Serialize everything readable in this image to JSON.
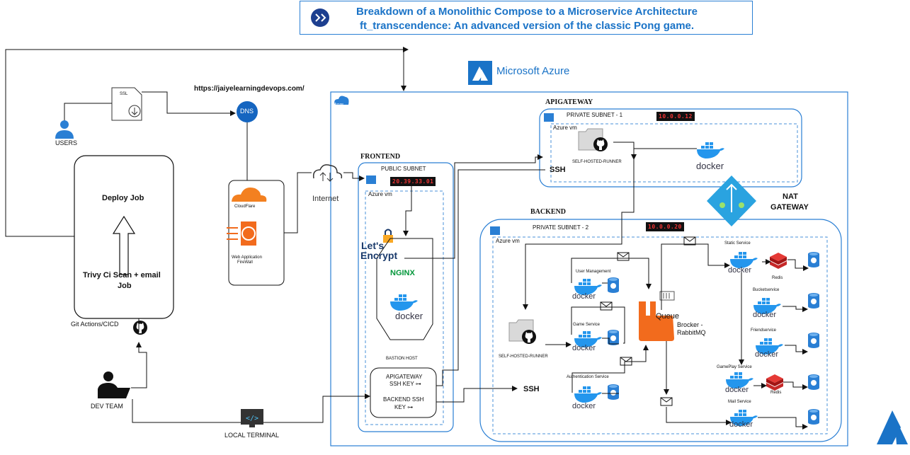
{
  "header": {
    "line1": "Breakdown of a Monolithic Compose  to a Microservice Architecture",
    "line2": "ft_transcendence: An advanced version of the classic Pong game."
  },
  "azure": {
    "label": "Microsoft Azure",
    "tag": "Azure"
  },
  "left": {
    "ssl_label": "SSL",
    "users": "USERS",
    "deploy_job": "Deploy Job",
    "trivy_line1": "Trivy Ci Scan + email",
    "trivy_line2": "Job",
    "git_actions": "Git Actions/CICD",
    "dev_team": "DEV TEAM",
    "local_terminal": "LOCAL TERMINAL",
    "domain_url": "https://jaiyelearningdevops.com/",
    "dns": "DNS",
    "cloudflare": "CloudFlare",
    "waf_line1": "Web Application",
    "waf_line2": "FireWall",
    "internet": "Internet"
  },
  "frontend": {
    "title": "FRONTEND",
    "subnet": "PUBLIC SUBNET",
    "ip": "20.39.33.01",
    "vm": "Azure vm",
    "letsencrypt1": "Let's",
    "letsencrypt2": "Encrypt",
    "nginx": "NGINX",
    "docker": "docker",
    "bastion": "BASTION HOST",
    "apigw_key1": "APIGATEWAY",
    "apigw_key2": "SSH KEY ⊶",
    "backend_key1": "BACKEND SSH",
    "backend_key2": "KEY ⊶"
  },
  "apigateway": {
    "title": "APIGATEWAY",
    "subnet": "PRIVATE SUBNET - 1",
    "ip": "10.0.0.12",
    "vm": "Azure vm",
    "runner": "SELF-HOSTED-RUNNER",
    "docker": "docker",
    "ssh": "SSH"
  },
  "nat": {
    "line1": "NAT",
    "line2": "GATEWAY"
  },
  "backend": {
    "title": "BACKEND",
    "subnet": "PRIVATE SUBNET - 2",
    "ip": "10.0.0.20",
    "vm": "Azure vm",
    "runner": "SELF-HOSTED-RUNNER",
    "ssh": "SSH",
    "user_mgmt": "User Management",
    "game_service": "Game Service",
    "auth_service": "Authentication Service",
    "queue": "Queue",
    "broker1": "Brocker -",
    "broker2": "RabbitMQ",
    "static_service": "Static Service",
    "redis": "Redis",
    "bucket_service": "Bucketservice",
    "friend_service": "Friendservice",
    "gameplay_service": "GamePlay Service",
    "mail_service": "Mail Service",
    "docker": "docker"
  },
  "colors": {
    "azure_blue": "#1a73c7",
    "line": "#111111",
    "rabbit": "#f26b1d",
    "redis": "#c62828",
    "cloudflare": "#f38020",
    "nginx": "#009639",
    "docker": "#2496ed",
    "ip_text": "#e33333"
  }
}
